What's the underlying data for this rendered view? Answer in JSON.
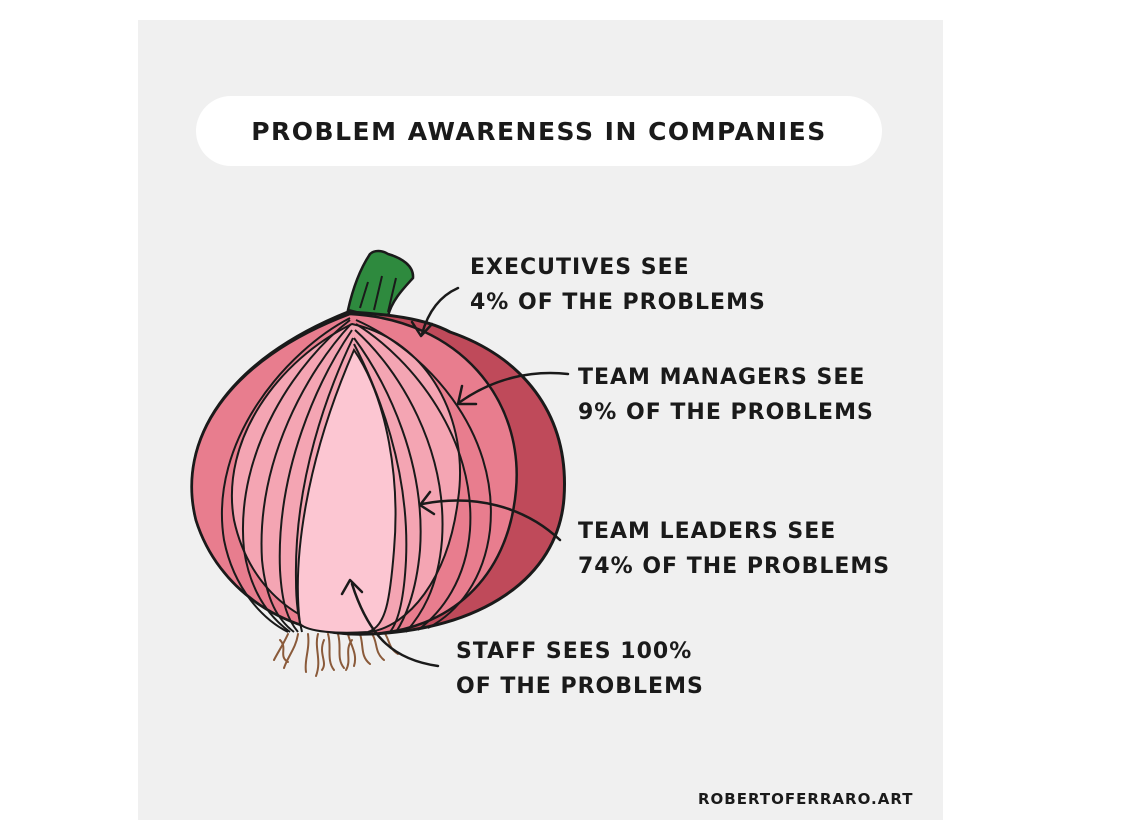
{
  "title": "PROBLEM AWARENESS IN COMPANIES",
  "layers": [
    {
      "line1": "EXECUTIVES SEE",
      "line2": "4% OF THE PROBLEMS"
    },
    {
      "line1": "TEAM MANAGERS SEE",
      "line2": "9% OF THE PROBLEMS"
    },
    {
      "line1": "TEAM LEADERS SEE",
      "line2": "74% OF THE PROBLEMS"
    },
    {
      "line1": "STAFF SEES 100%",
      "line2": "OF THE PROBLEMS"
    }
  ],
  "credit": "ROBERTOFERRARO.ART",
  "colors": {
    "outer_skin": "#bf4a5a",
    "layer_mid": "#e87d8e",
    "layer_inner": "#f4a5b3",
    "core": "#fcc6d2",
    "stem": "#2e8a3e",
    "roots": "#8a5a3a",
    "outline": "#1a1a1a"
  }
}
